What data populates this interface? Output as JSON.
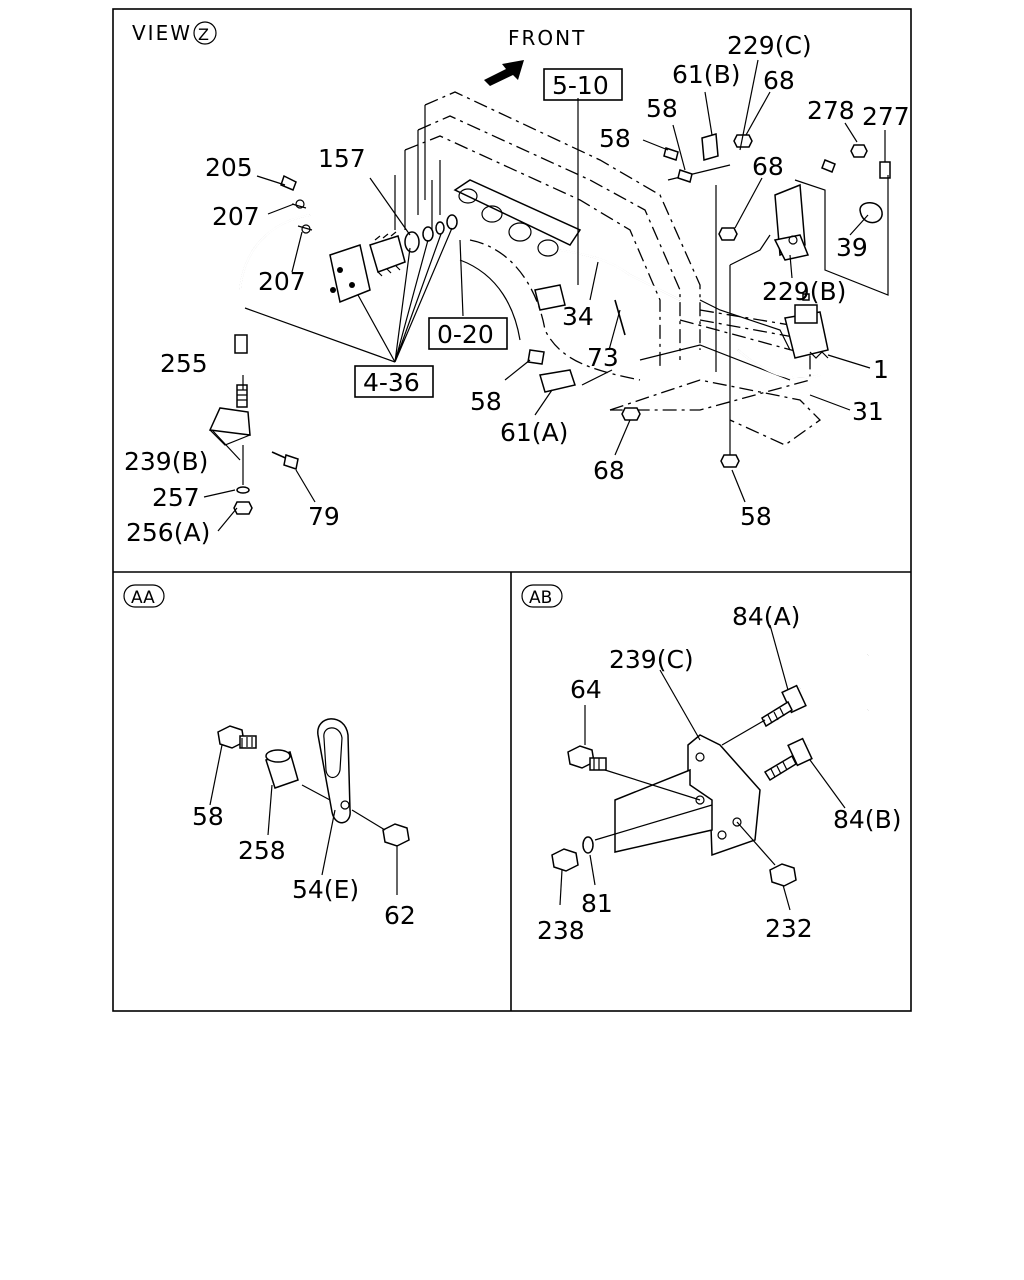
{
  "view_z": {
    "title_prefix": "VIEW",
    "title_letter": "Z",
    "front_label": "FRONT",
    "boxed_refs": {
      "r510": "5-10",
      "r020": "0-20",
      "r436": "4-36"
    },
    "labels": {
      "l205": "205",
      "l157": "157",
      "l207a": "207",
      "l207b": "207",
      "l255": "255",
      "l239b": "239(B)",
      "l257": "257",
      "l256a": "256(A)",
      "l79": "79",
      "l58a": "58",
      "l58b": "58",
      "l58c": "58",
      "l58d": "58",
      "l61b": "61(B)",
      "l229c": "229(C)",
      "l68a": "68",
      "l68b": "68",
      "l68c": "68",
      "l278": "278",
      "l277": "277",
      "l39": "39",
      "l229b": "229(B)",
      "l34": "34",
      "l73": "73",
      "l61a": "61(A)",
      "l1": "1",
      "l31": "31"
    }
  },
  "view_aa": {
    "tag": "AA",
    "labels": {
      "l58": "58",
      "l258": "258",
      "l54e": "54(E)",
      "l62": "62"
    }
  },
  "view_ab": {
    "tag": "AB",
    "labels": {
      "l84a": "84(A)",
      "l239c": "239(C)",
      "l64": "64",
      "l84b": "84(B)",
      "l238": "238",
      "l81": "81",
      "l232": "232"
    }
  }
}
